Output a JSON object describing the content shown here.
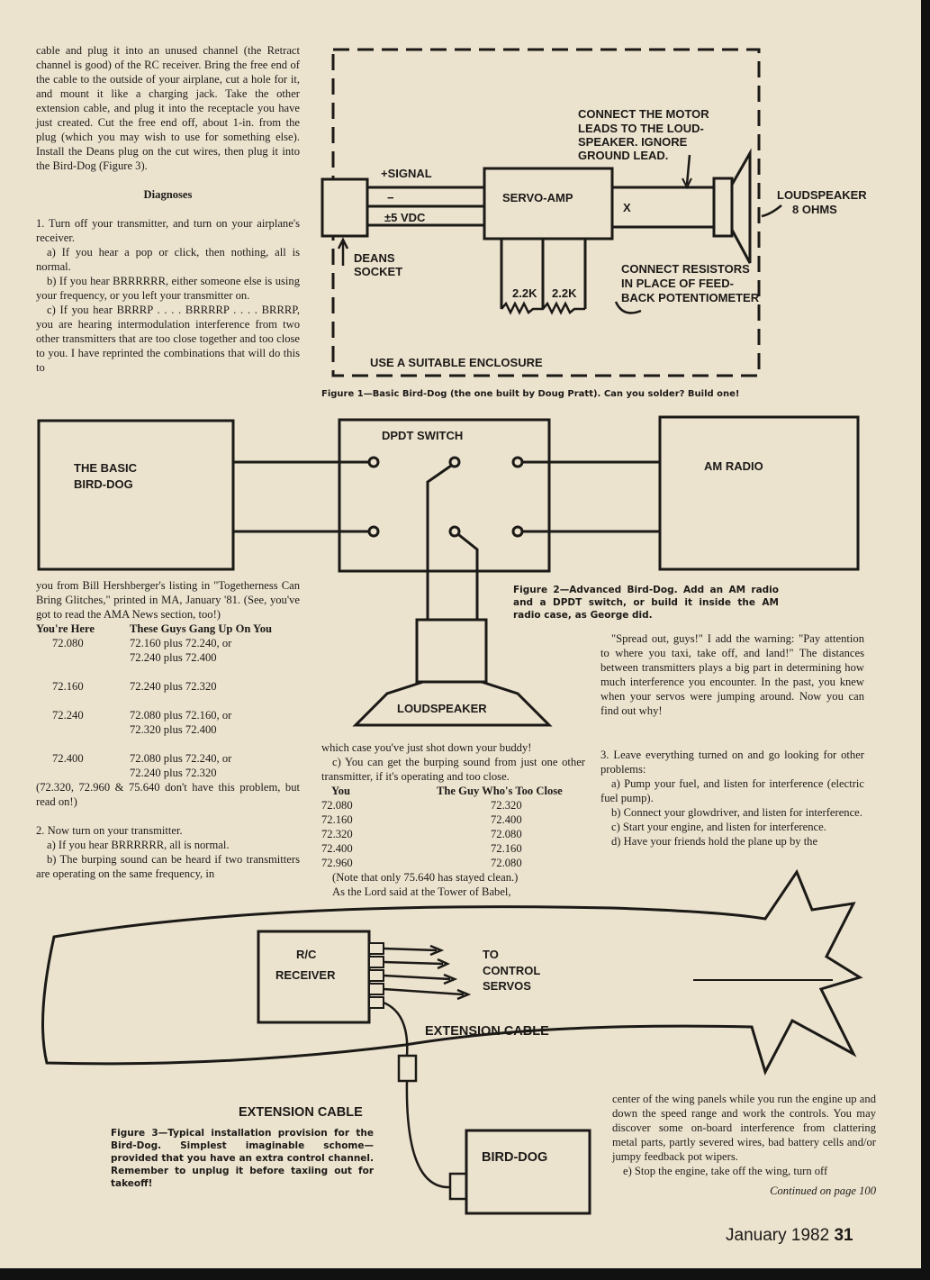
{
  "left_col_top": {
    "p1": "cable and plug it into an unused channel (the Retract channel is good) of the RC receiver. Bring the free end of the cable to the outside of your airplane, cut a hole for it, and mount it like a charging jack. Take the other extension cable, and plug it into the receptacle you have just created. Cut the free end off, about 1-in. from the plug (which you may wish to use for something else). Install the Deans plug on the cut wires, then plug it into the Bird-Dog (Figure 3).",
    "heading": "Diagnoses",
    "p2": "1. Turn off your transmitter, and turn on your airplane's receiver.",
    "p3": "a) If you hear a pop or click, then nothing, all is normal.",
    "p4": "b) If you hear BRRRRRR, either someone else is using your frequency, or you left your transmitter on.",
    "p5": "c) If you hear BRRRP . . . . BRRRRP . . . . BRRRP, you are hearing intermodulation interference from two other transmitters that are too close together and too close to you. I have reprinted the combinations that will do this to"
  },
  "left_col_bottom": {
    "p1": "you from Bill Hershberger's listing in \"Togetherness Can Bring Glitches,\" printed in MA, January '81. (See, you've got to read the AMA News section, too!)",
    "table_headers": [
      "You're Here",
      "These Guys Gang Up On You"
    ],
    "table_rows": [
      [
        "72.080",
        "72.160 plus 72.240, or",
        "72.240 plus 72.400"
      ],
      [
        "72.160",
        "72.240 plus 72.320",
        ""
      ],
      [
        "72.240",
        "72.080 plus 72.160, or",
        "72.320 plus 72.400"
      ],
      [
        "72.400",
        "72.080 plus 72.240, or",
        "72.240 plus 72.320"
      ]
    ],
    "note": "(72.320, 72.960 & 75.640 don't have this problem, but read on!)",
    "p2": "2. Now turn on your transmitter.",
    "p3": "a) If you hear BRRRRRR, all is normal.",
    "p4": "b) The burping sound can be heard if two transmitters are operating on the same frequency, in"
  },
  "middle_col": {
    "p1": "which case you've just shot down your buddy!",
    "p2": "c) You can get the burping sound from just one other transmitter, if it's operating and too close.",
    "table_headers": [
      "You",
      "The Guy Who's Too Close"
    ],
    "table_rows": [
      [
        "72.080",
        "72.320"
      ],
      [
        "72.160",
        "72.400"
      ],
      [
        "72.320",
        "72.080"
      ],
      [
        "72.400",
        "72.160"
      ],
      [
        "72.960",
        "72.080"
      ]
    ],
    "note": "(Note that only 75.640 has stayed clean.)",
    "p3": "As the Lord said at the Tower of Babel,"
  },
  "right_col_top": {
    "p1": "\"Spread out, guys!\" I add the warning: \"Pay attention to where you taxi, take off, and land!\" The distances between transmitters plays a big part in determining how much interference you encounter. In the past, you knew when your servos were jumping around. Now you can find out why!"
  },
  "right_col_mid": {
    "p1": "3. Leave everything turned on and go looking for other problems:",
    "p2": "a) Pump your fuel, and listen for interference (electric fuel pump).",
    "p3": "b) Connect your glowdriver, and listen for interference.",
    "p4": "c) Start your engine, and listen for interference.",
    "p5": "d) Have your friends hold the plane up by the"
  },
  "right_col_bottom": {
    "p1": "center of the wing panels while you run the engine up and down the speed range and work the controls. You may discover some on-board interference from clattering metal parts, partly severed wires, bad battery cells and/or jumpy feedback pot wipers.",
    "p2": "e) Stop the engine, take off the wing, turn off",
    "continued": "Continued on page 100"
  },
  "figure1": {
    "caption": "Figure 1—Basic Bird-Dog (the one built by Doug Pratt). Can you solder? Build one!",
    "signal": "+SIGNAL",
    "minus": "−",
    "vdc": "±5 VDC",
    "servo_amp": "SERVO-AMP",
    "x_mark": "X",
    "deans_1": "DEANS",
    "deans_2": "SOCKET",
    "motor_note": [
      "CONNECT THE MOTOR",
      "LEADS TO THE LOUD-",
      "SPEAKER. IGNORE",
      "GROUND LEAD."
    ],
    "speaker_1": "LOUDSPEAKER",
    "speaker_2": "8 OHMS",
    "res1": "2.2K",
    "res2": "2.2K",
    "resistor_note": [
      "CONNECT RESISTORS",
      "IN PLACE OF FEED-",
      "BACK POTENTIOMETER"
    ],
    "enclosure": "USE A SUITABLE ENCLOSURE"
  },
  "figure2": {
    "caption": "Figure 2—Advanced Bird-Dog. Add an AM radio and a DPDT switch, or build it inside the AM radio case, as George did.",
    "basic_1": "THE BASIC",
    "basic_2": "BIRD-DOG",
    "switch": "DPDT SWITCH",
    "radio": "AM RADIO",
    "speaker": "LOUDSPEAKER"
  },
  "figure3": {
    "caption": "Figure 3—Typical installation provision for the Bird-Dog. Simplest imaginable schome—provided that you have an extra control channel. Remember to unplug it before taxiing out for takeoff!",
    "receiver_1": "R/C",
    "receiver_2": "RECEIVER",
    "servos_1": "TO",
    "servos_2": "CONTROL",
    "servos_3": "SERVOS",
    "ext_cable_1": "EXTENSION CABLE",
    "ext_cable_2": "EXTENSION CABLE",
    "bird_dog": "BIRD-DOG"
  },
  "footer": {
    "date": "January 1982",
    "page": "31"
  }
}
